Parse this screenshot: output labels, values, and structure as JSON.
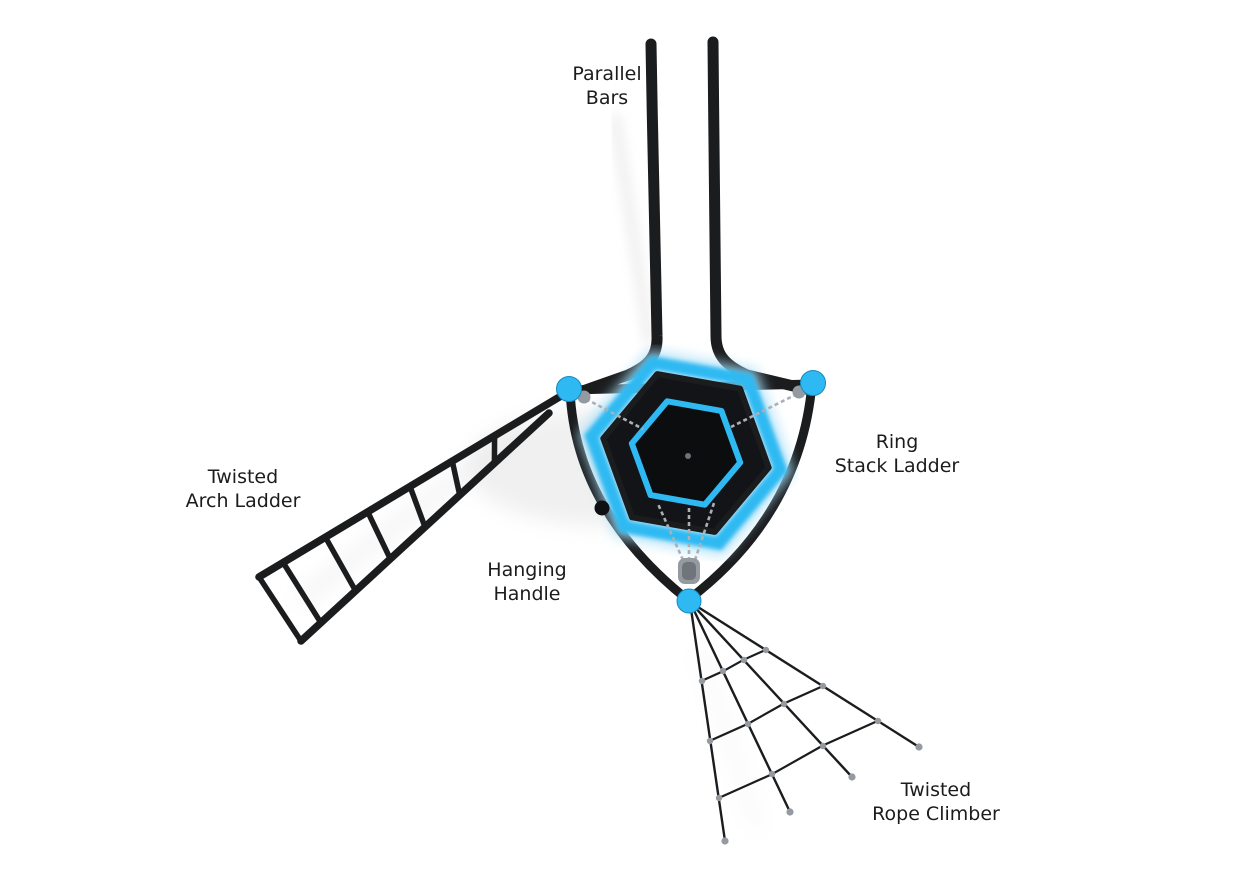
{
  "labels": {
    "parallel_bars": {
      "line1": "Parallel",
      "line2": "Bars"
    },
    "ring_stack_ladder": {
      "line1": "Ring",
      "line2": "Stack Ladder"
    },
    "twisted_arch_ladder": {
      "line1": "Twisted",
      "line2": "Arch Ladder"
    },
    "hanging_handle": {
      "line1": "Hanging",
      "line2": "Handle"
    },
    "twisted_rope_climber": {
      "line1": "Twisted",
      "line2": "Rope Climber"
    }
  },
  "colors": {
    "background": "#ffffff",
    "frame": "#1b1c1e",
    "accent_blue": "#2fb9f2",
    "accent_blue_halo": "#a9dff7",
    "metal_gray": "#949a9f",
    "chain_gray": "#aab0b6",
    "shadow_gray": "#dedede",
    "platform_black": "#131417",
    "label_text": "#1c1c1c"
  }
}
